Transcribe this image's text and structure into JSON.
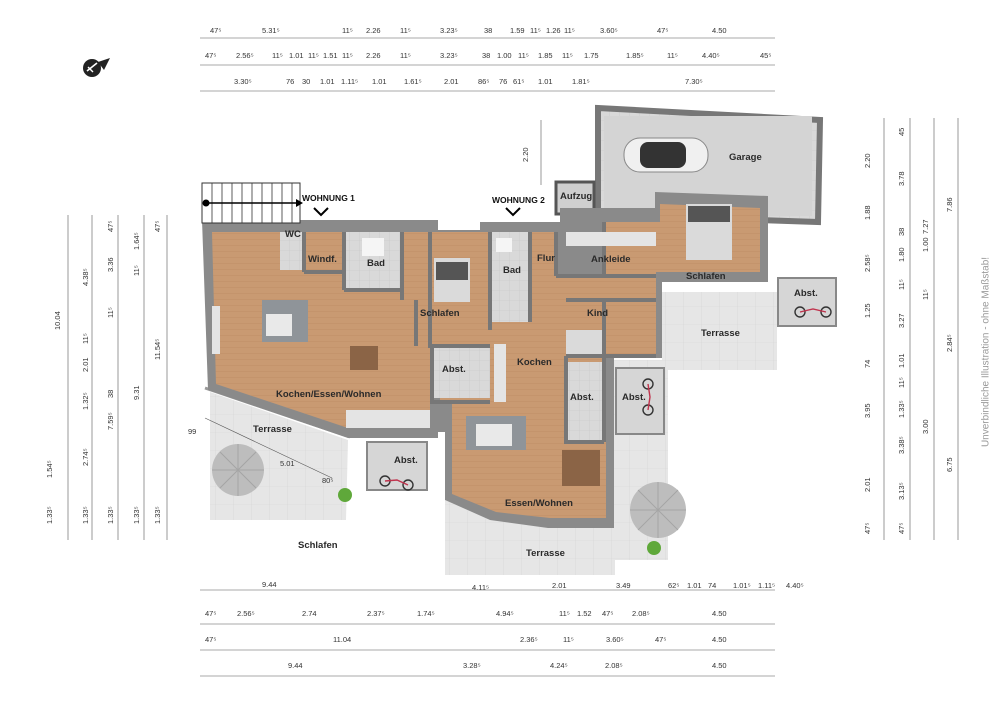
{
  "rooms": {
    "wc": "WC",
    "windf": "Windf.",
    "bad_1": "Bad",
    "schlafen_1": "Schlafen",
    "bad_2": "Bad",
    "flur": "Flur",
    "ankleide": "Ankleide",
    "schlafen_2": "Schlafen",
    "kind": "Kind",
    "garage": "Garage",
    "aufzug": "Aufzug",
    "kochen_essen_wohnen": "Kochen/Essen/Wohnen",
    "abst_1": "Abst.",
    "kochen": "Kochen",
    "abst_2": "Abst.",
    "abst_3": "Abst.",
    "abst_4": "Abst.",
    "abst_5": "Abst.",
    "essen_wohnen": "Essen/Wohnen",
    "terrasse_1": "Terrasse",
    "terrasse_2": "Terrasse",
    "terrasse_3": "Terrasse",
    "schlafen_3": "Schlafen"
  },
  "units": {
    "wohnung_1": "WOHNUNG 1",
    "wohnung_2": "WOHNUNG 2"
  },
  "note": "Unverbindliche Illustration - ohne Maßstab!",
  "dims": {
    "top_row1": [
      "47⁵",
      "5.31⁵",
      "11⁵",
      "2.26",
      "11⁵",
      "3.23⁵",
      "38",
      "1.59",
      "11⁵",
      "1.26",
      "11⁵",
      "3.60⁵",
      "47⁵",
      "4.50"
    ],
    "top_row2": [
      "47⁵",
      "2.56⁵",
      "11⁵",
      "1.01",
      "11⁵",
      "1.51",
      "11⁵",
      "2.26",
      "11⁵",
      "3.23⁵",
      "38",
      "1.00",
      "11⁵",
      "1.85",
      "11⁵",
      "1.75",
      "1.85⁵",
      "11⁵",
      "4.40⁵",
      "45⁵"
    ],
    "top_row3": [
      "3.30⁵",
      "76",
      "30",
      "1.01",
      "1.11⁵",
      "1.01",
      "1.61⁵",
      "2.01",
      "86⁵",
      "76",
      "61⁵",
      "1.01",
      "1.81⁵",
      "7.30⁵"
    ],
    "bottom_row0": [
      "9.44",
      "4.11⁵",
      "2.01",
      "3.49",
      "62⁵",
      "1.01",
      "74",
      "1.01⁵",
      "1.11⁵",
      "4.40⁵"
    ],
    "bottom_row1": [
      "47⁵",
      "2.56⁵",
      "2.74",
      "2.37⁵",
      "1.74⁵",
      "4.94⁵",
      "11⁵",
      "1.52",
      "47⁵",
      "2.08⁵",
      "4.50"
    ],
    "bottom_row2": [
      "47⁵",
      "11.04",
      "2.36⁵",
      "11⁵",
      "3.60⁵",
      "47⁵",
      "4.50"
    ],
    "bottom_row3": [
      "9.44",
      "3.28⁵",
      "4.24⁵",
      "2.08⁵",
      "4.50"
    ],
    "left_col1": [
      "10.04",
      "1.54⁵",
      "1.33⁵"
    ],
    "left_col2": [
      "4.38⁵",
      "11⁵",
      "2.01",
      "1.32⁵",
      "2.74⁵",
      "1.33⁵"
    ],
    "left_col3": [
      "47⁵",
      "3.36",
      "11⁵",
      "38",
      "7.59⁵",
      "1.33⁵"
    ],
    "left_col4": [
      "1.64⁵",
      "11⁵",
      "9.31",
      "1.33⁵"
    ],
    "left_col5": [
      "47⁵",
      "11.54⁵",
      "1.33⁵"
    ],
    "right_col1": [
      "2.20",
      "1.88",
      "2.58⁵",
      "1.25",
      "74",
      "3.95",
      "2.01",
      "47⁵"
    ],
    "right_col2": [
      "45",
      "3.78",
      "38",
      "1.80",
      "11⁵",
      "3.27",
      "1.01",
      "11⁵",
      "1.33⁵",
      "3.38⁵",
      "3.13⁵",
      "47⁵"
    ],
    "right_col3": [
      "7.27",
      "1.00",
      "11⁵",
      "2.84⁵",
      "3.00",
      "7.86",
      "6.75"
    ],
    "garage_dim": "2.20",
    "terrace_dims": [
      "99",
      "5.01",
      "80⁵"
    ]
  }
}
